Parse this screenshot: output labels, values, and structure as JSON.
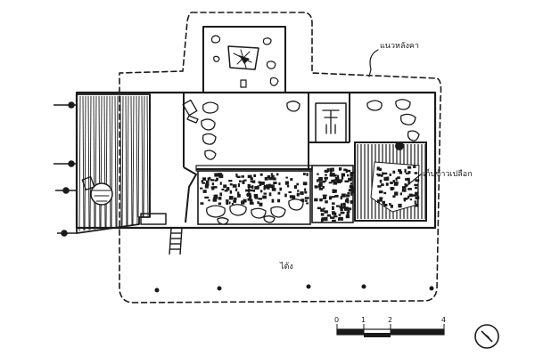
{
  "labels": {
    "roof_edge": "แนวหลังคา",
    "rice_storage": "เก็บข้าวเปลือก",
    "yard": "ไต้ง"
  },
  "scale_bar": {
    "ticks": [
      "0",
      "1",
      "2",
      "4"
    ]
  },
  "north_arrow": {
    "icon": "north-arrow-icon"
  }
}
